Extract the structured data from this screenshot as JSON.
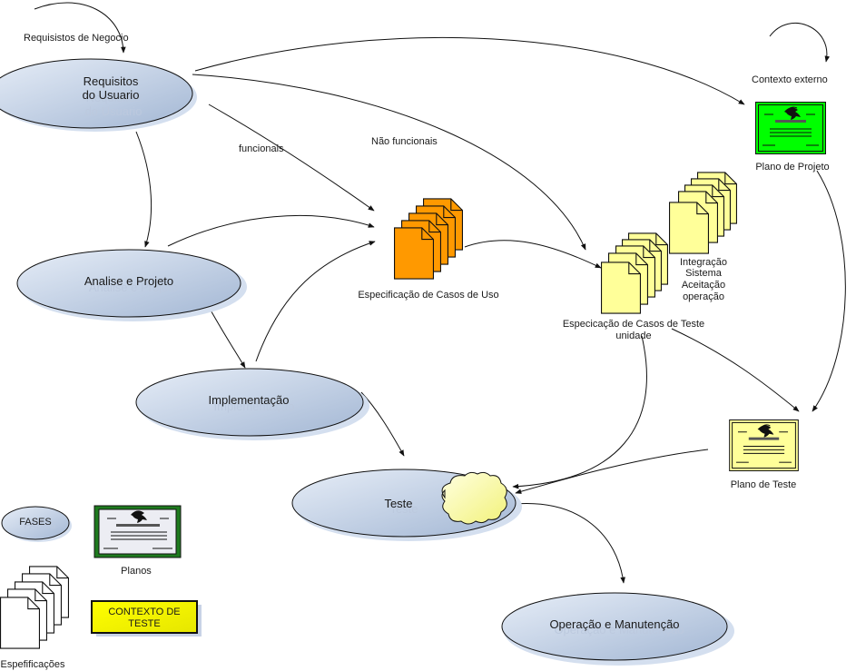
{
  "phases": {
    "requisitos": {
      "line1": "Requisitos",
      "line2": "do Usuario"
    },
    "analise": "Analise e Projeto",
    "implementacao": "Implementação",
    "teste": "Teste",
    "operacao": "Operação e Manutenção"
  },
  "artifacts": {
    "casos_de_uso": "Especificação de Casos de Uso",
    "casos_de_teste": {
      "line1": "Especicação de Casos de Teste",
      "line2": "unidade"
    },
    "niveis_teste": [
      "Integração",
      "Sistema",
      "Aceitação",
      "operação"
    ],
    "plano_projeto": "Plano de Projeto",
    "plano_teste": "Plano de Teste"
  },
  "edge_labels": {
    "requisitos_negocio": "Requisistos de Negocio",
    "contexto_externo": "Contexto externo",
    "funcionais": "funcionais",
    "nao_funcionais": "Não funcionais"
  },
  "legend": {
    "fases": "FASES",
    "planos": "Planos",
    "especificacoes": "Espefificações",
    "contexto": {
      "line1": "CONTEXTO DE",
      "line2": "TESTE"
    }
  },
  "colors": {
    "phase_fill_light": "#dfe7f3",
    "phase_fill_dark": "#a9bcd8",
    "use_case_doc": "#ff9900",
    "test_doc": "#ffff99",
    "plano_projeto": "#00ff00",
    "plano_teste": "#ffff99",
    "contexto_teste": "#ffff00",
    "legend_doc": "#ffffff"
  }
}
